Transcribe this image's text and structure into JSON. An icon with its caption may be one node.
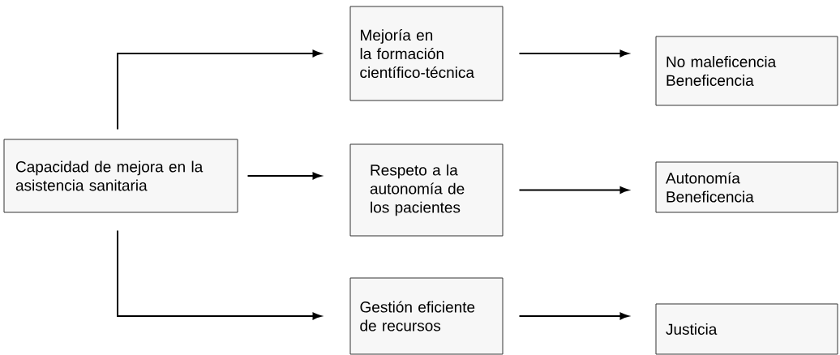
{
  "diagram": {
    "nodes": [
      {
        "text": [
          "Capacidad de mejora en la asistencia sanitaria"
        ]
      },
      {
        "text": [
          "Mejoría en la formación científico-técnica"
        ]
      },
      {
        "text": [
          "Respeto a la autonomía de los pacientes"
        ]
      },
      {
        "text": [
          "Gestión eficiente de recursos"
        ]
      },
      {
        "text": [
          "No maleficencia Beneficencia"
        ]
      },
      {
        "text": [
          "Autonomía Beneficencia"
        ]
      },
      {
        "text": [
          "Justicia"
        ]
      }
    ],
    "edges": [
      {
        "from": 0,
        "to": 1,
        "arrow": "to"
      },
      {
        "from": 0,
        "to": 2,
        "arrow": "to"
      },
      {
        "from": 0,
        "to": 3,
        "arrow": "to"
      },
      {
        "from": 1,
        "to": 4,
        "arrow": "to"
      },
      {
        "from": 2,
        "to": 5,
        "arrow": "to"
      },
      {
        "from": 3,
        "to": 6,
        "arrow": "to"
      }
    ]
  }
}
